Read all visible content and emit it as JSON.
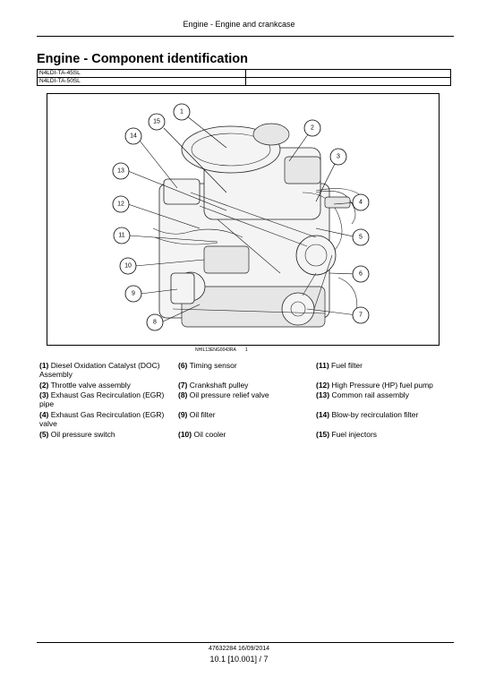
{
  "header": {
    "running_title": "Engine - Engine and crankcase"
  },
  "section": {
    "title": "Engine - Component identification"
  },
  "models": [
    "N4LDI-TA-45SL",
    "N4LDI-TA-50SL"
  ],
  "figure": {
    "code": "NHIL13ENG0043RA",
    "number": "1",
    "callouts": [
      "1",
      "2",
      "3",
      "4",
      "5",
      "6",
      "7",
      "8",
      "9",
      "10",
      "11",
      "12",
      "13",
      "14",
      "15"
    ]
  },
  "legend": [
    {
      "num": "(1)",
      "text": "Diesel Oxidation Catalyst (DOC) Assembly"
    },
    {
      "num": "(2)",
      "text": "Throttle valve assembly"
    },
    {
      "num": "(3)",
      "text": "Exhaust Gas Recirculation (EGR) pipe"
    },
    {
      "num": "(4)",
      "text": "Exhaust Gas Recirculation (EGR) valve"
    },
    {
      "num": "(5)",
      "text": "Oil pressure switch"
    },
    {
      "num": "(6)",
      "text": "Timing sensor"
    },
    {
      "num": "(7)",
      "text": "Crankshaft pulley"
    },
    {
      "num": "(8)",
      "text": "Oil pressure relief valve"
    },
    {
      "num": "(9)",
      "text": "Oil filter"
    },
    {
      "num": "(10)",
      "text": "Oil cooler"
    },
    {
      "num": "(11)",
      "text": "Fuel filter"
    },
    {
      "num": "(12)",
      "text": "High Pressure (HP) fuel pump"
    },
    {
      "num": "(13)",
      "text": "Common rail assembly"
    },
    {
      "num": "(14)",
      "text": "Blow-by recirculation filter"
    },
    {
      "num": "(15)",
      "text": "Fuel injectors"
    }
  ],
  "footer": {
    "doc_ref": "47632284 16/09/2014",
    "page": "10.1 [10.001] / 7"
  }
}
